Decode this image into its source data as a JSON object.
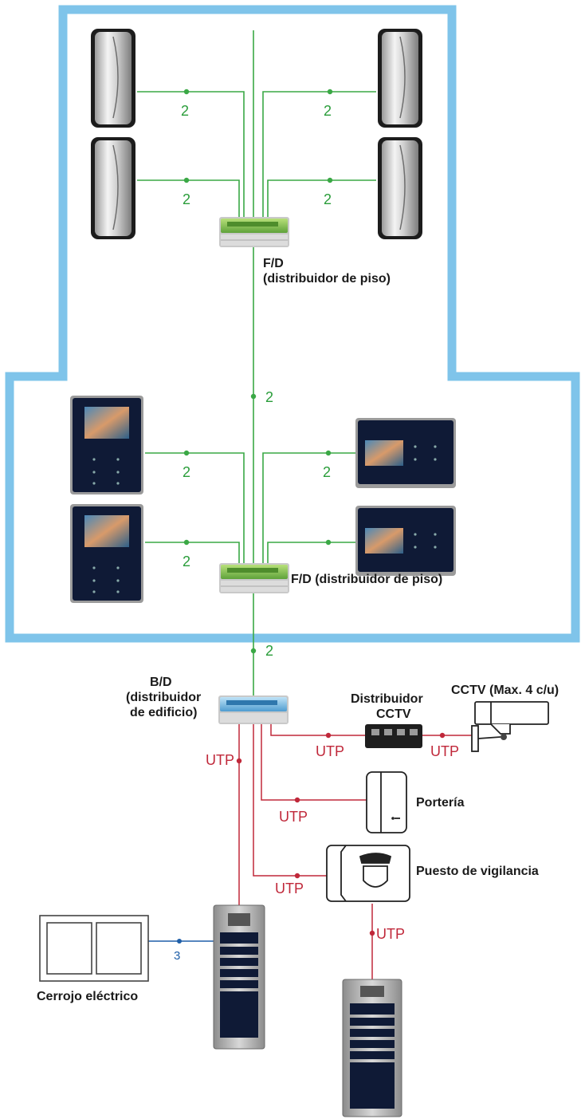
{
  "colors": {
    "zone": "#7fc4ea",
    "green_wire": "#3aa845",
    "red_wire": "#c0283a",
    "blue_wire": "#1f5fa8"
  },
  "labels": {
    "wire_count_2": "2",
    "wire_count_3": "3",
    "utp": "UTP",
    "fd_top_line1": "F/D",
    "fd_top_line2": "(distribuidor de piso)",
    "fd_bottom": "F/D (distribuidor de piso)",
    "bd_line1": "B/D",
    "bd_line2": "(distribuidor",
    "bd_line3": "de edificio)",
    "cctv_dist_line1": "Distribuidor",
    "cctv_dist_line2": "CCTV",
    "cctv_camera": "CCTV (Max. 4 c/u)",
    "porteria": "Portería",
    "vigilancia": "Puesto de vigilancia",
    "cerrojo": "Cerrojo eléctrico"
  },
  "icons": {
    "handset_monitor": "handset-monitor-icon",
    "video_monitor": "video-monitor-icon",
    "floor_distributor": "floor-distributor-icon",
    "building_distributor": "building-distributor-icon",
    "cctv_switch": "cctv-switch-icon",
    "cctv_camera": "cctv-camera-icon",
    "door_phone": "door-phone-icon",
    "guard_station": "guard-station-icon",
    "door_panel": "door-entry-panel-icon",
    "electric_lock": "electric-lock-icon"
  }
}
